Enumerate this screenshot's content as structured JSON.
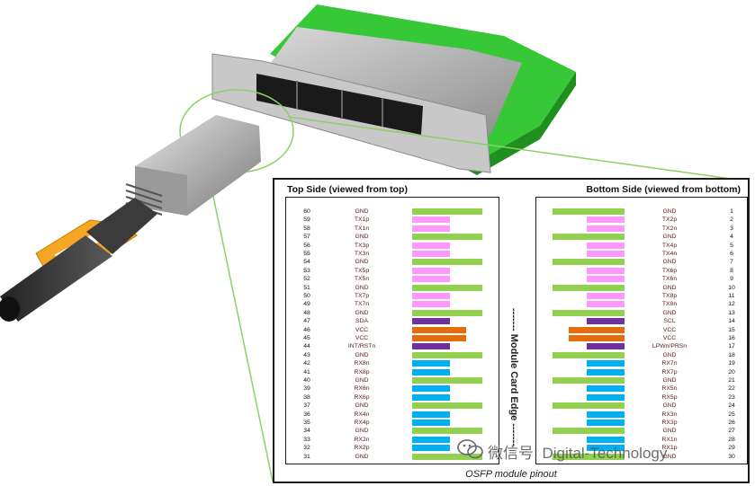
{
  "panel": {
    "top_title": "Top Side (viewed from top)",
    "bottom_title": "Bottom Side (viewed from bottom)",
    "edge_label": "Module Card Edge",
    "caption": "OSFP module pinout"
  },
  "colors": {
    "GND": "#92d050",
    "TX": "#ff99ff",
    "RX": "#00b0f0",
    "I2C": "#7030a0",
    "VCC": "#e46c0a",
    "CTRL": "#7030a0",
    "pcb": "#37c837",
    "cage": "#b8b8b8",
    "latch": "#f5a623",
    "callout": "#8cd164"
  },
  "top_side": [
    {
      "pin": "60",
      "signal": "GND",
      "type": "GND"
    },
    {
      "pin": "59",
      "signal": "TX1p",
      "type": "TX"
    },
    {
      "pin": "58",
      "signal": "TX1n",
      "type": "TX"
    },
    {
      "pin": "57",
      "signal": "GND",
      "type": "GND"
    },
    {
      "pin": "56",
      "signal": "TX3p",
      "type": "TX"
    },
    {
      "pin": "55",
      "signal": "TX3n",
      "type": "TX"
    },
    {
      "pin": "54",
      "signal": "GND",
      "type": "GND"
    },
    {
      "pin": "53",
      "signal": "TX5p",
      "type": "TX"
    },
    {
      "pin": "52",
      "signal": "TX5n",
      "type": "TX"
    },
    {
      "pin": "51",
      "signal": "GND",
      "type": "GND"
    },
    {
      "pin": "50",
      "signal": "TX7p",
      "type": "TX"
    },
    {
      "pin": "49",
      "signal": "TX7n",
      "type": "TX"
    },
    {
      "pin": "48",
      "signal": "GND",
      "type": "GND"
    },
    {
      "pin": "47",
      "signal": "SDA",
      "type": "I2C"
    },
    {
      "pin": "46",
      "signal": "VCC",
      "type": "VCC"
    },
    {
      "pin": "45",
      "signal": "VCC",
      "type": "VCC"
    },
    {
      "pin": "44",
      "signal": "INT/RSTn",
      "type": "CTRL"
    },
    {
      "pin": "43",
      "signal": "GND",
      "type": "GND"
    },
    {
      "pin": "42",
      "signal": "RX8n",
      "type": "RX"
    },
    {
      "pin": "41",
      "signal": "RX8p",
      "type": "RX"
    },
    {
      "pin": "40",
      "signal": "GND",
      "type": "GND"
    },
    {
      "pin": "39",
      "signal": "RX6n",
      "type": "RX"
    },
    {
      "pin": "38",
      "signal": "RX6p",
      "type": "RX"
    },
    {
      "pin": "37",
      "signal": "GND",
      "type": "GND"
    },
    {
      "pin": "36",
      "signal": "RX4n",
      "type": "RX"
    },
    {
      "pin": "35",
      "signal": "RX4p",
      "type": "RX"
    },
    {
      "pin": "34",
      "signal": "GND",
      "type": "GND"
    },
    {
      "pin": "33",
      "signal": "RX2n",
      "type": "RX"
    },
    {
      "pin": "32",
      "signal": "RX2p",
      "type": "RX"
    },
    {
      "pin": "31",
      "signal": "GND",
      "type": "GND"
    }
  ],
  "bottom_side": [
    {
      "pin": "1",
      "signal": "GND",
      "type": "GND"
    },
    {
      "pin": "2",
      "signal": "TX2p",
      "type": "TX"
    },
    {
      "pin": "3",
      "signal": "TX2n",
      "type": "TX"
    },
    {
      "pin": "4",
      "signal": "GND",
      "type": "GND"
    },
    {
      "pin": "5",
      "signal": "TX4p",
      "type": "TX"
    },
    {
      "pin": "6",
      "signal": "TX4n",
      "type": "TX"
    },
    {
      "pin": "7",
      "signal": "GND",
      "type": "GND"
    },
    {
      "pin": "8",
      "signal": "TX6p",
      "type": "TX"
    },
    {
      "pin": "9",
      "signal": "TX6n",
      "type": "TX"
    },
    {
      "pin": "10",
      "signal": "GND",
      "type": "GND"
    },
    {
      "pin": "11",
      "signal": "TX8p",
      "type": "TX"
    },
    {
      "pin": "12",
      "signal": "TX8n",
      "type": "TX"
    },
    {
      "pin": "13",
      "signal": "GND",
      "type": "GND"
    },
    {
      "pin": "14",
      "signal": "SCL",
      "type": "I2C"
    },
    {
      "pin": "15",
      "signal": "VCC",
      "type": "VCC"
    },
    {
      "pin": "16",
      "signal": "VCC",
      "type": "VCC"
    },
    {
      "pin": "17",
      "signal": "LPWn/PRSn",
      "type": "CTRL"
    },
    {
      "pin": "18",
      "signal": "GND",
      "type": "GND"
    },
    {
      "pin": "19",
      "signal": "RX7n",
      "type": "RX"
    },
    {
      "pin": "20",
      "signal": "RX7p",
      "type": "RX"
    },
    {
      "pin": "21",
      "signal": "GND",
      "type": "GND"
    },
    {
      "pin": "22",
      "signal": "RX5n",
      "type": "RX"
    },
    {
      "pin": "23",
      "signal": "RX5p",
      "type": "RX"
    },
    {
      "pin": "24",
      "signal": "GND",
      "type": "GND"
    },
    {
      "pin": "25",
      "signal": "RX3n",
      "type": "RX"
    },
    {
      "pin": "26",
      "signal": "RX3p",
      "type": "RX"
    },
    {
      "pin": "27",
      "signal": "GND",
      "type": "GND"
    },
    {
      "pin": "28",
      "signal": "RX1n",
      "type": "RX"
    },
    {
      "pin": "29",
      "signal": "RX1p",
      "type": "RX"
    },
    {
      "pin": "30",
      "signal": "GND",
      "type": "GND"
    }
  ],
  "watermark": {
    "text": "微信号: Digital-Technology"
  }
}
